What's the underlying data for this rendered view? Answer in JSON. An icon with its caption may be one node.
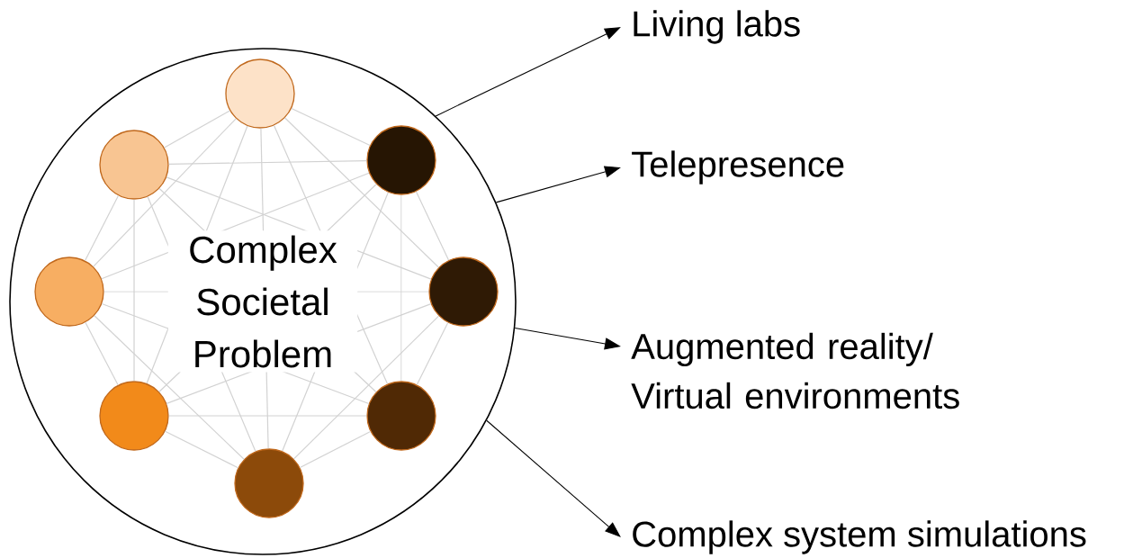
{
  "diagram": {
    "nodes": [
      {
        "text": [
          "Complex Societal Problem"
        ]
      },
      {
        "text": [],
        "shape": "circle",
        "in": 0
      },
      {
        "text": [],
        "shape": "circle",
        "in": 0
      },
      {
        "text": [],
        "shape": "circle",
        "in": 0
      },
      {
        "text": [],
        "shape": "circle",
        "in": 0
      },
      {
        "text": [],
        "shape": "circle",
        "in": 0
      },
      {
        "text": [],
        "shape": "circle",
        "in": 0
      },
      {
        "text": [],
        "shape": "circle",
        "in": 0
      },
      {
        "text": [],
        "shape": "circle",
        "in": 0
      },
      {
        "text": [
          "Living labs"
        ]
      },
      {
        "text": [
          "Telepresence"
        ]
      },
      {
        "text": [
          "Augmented reality/ Virtual environments"
        ]
      },
      {
        "text": [
          "Complex system simulations"
        ]
      }
    ],
    "edges": [
      {
        "from": 1,
        "to": 2,
        "arrow": "none"
      },
      {
        "from": 1,
        "to": 3,
        "arrow": "none"
      },
      {
        "from": 1,
        "to": 4,
        "arrow": "none"
      },
      {
        "from": 1,
        "to": 5,
        "arrow": "none"
      },
      {
        "from": 1,
        "to": 6,
        "arrow": "none"
      },
      {
        "from": 1,
        "to": 7,
        "arrow": "none"
      },
      {
        "from": 1,
        "to": 8,
        "arrow": "none"
      },
      {
        "from": 2,
        "to": 3,
        "arrow": "none"
      },
      {
        "from": 2,
        "to": 4,
        "arrow": "none"
      },
      {
        "from": 2,
        "to": 5,
        "arrow": "none"
      },
      {
        "from": 2,
        "to": 6,
        "arrow": "none"
      },
      {
        "from": 2,
        "to": 7,
        "arrow": "none"
      },
      {
        "from": 2,
        "to": 8,
        "arrow": "none"
      },
      {
        "from": 3,
        "to": 4,
        "arrow": "none"
      },
      {
        "from": 3,
        "to": 5,
        "arrow": "none"
      },
      {
        "from": 3,
        "to": 6,
        "arrow": "none"
      },
      {
        "from": 3,
        "to": 7,
        "arrow": "none"
      },
      {
        "from": 3,
        "to": 8,
        "arrow": "none"
      },
      {
        "from": 4,
        "to": 5,
        "arrow": "none"
      },
      {
        "from": 4,
        "to": 6,
        "arrow": "none"
      },
      {
        "from": 4,
        "to": 7,
        "arrow": "none"
      },
      {
        "from": 4,
        "to": 8,
        "arrow": "none"
      },
      {
        "from": 5,
        "to": 6,
        "arrow": "none"
      },
      {
        "from": 5,
        "to": 7,
        "arrow": "none"
      },
      {
        "from": 5,
        "to": 8,
        "arrow": "none"
      },
      {
        "from": 6,
        "to": 7,
        "arrow": "none"
      },
      {
        "from": 6,
        "to": 8,
        "arrow": "none"
      },
      {
        "from": 7,
        "to": 8,
        "arrow": "none"
      },
      {
        "from": 0,
        "to": 9,
        "arrow": "to",
        "color": "#000000"
      },
      {
        "from": 0,
        "to": 10,
        "arrow": "to",
        "color": "#000000"
      },
      {
        "from": 0,
        "to": 11,
        "arrow": "to",
        "color": "#000000"
      },
      {
        "from": 0,
        "to": 12,
        "arrow": "to",
        "color": "#000000"
      }
    ]
  }
}
